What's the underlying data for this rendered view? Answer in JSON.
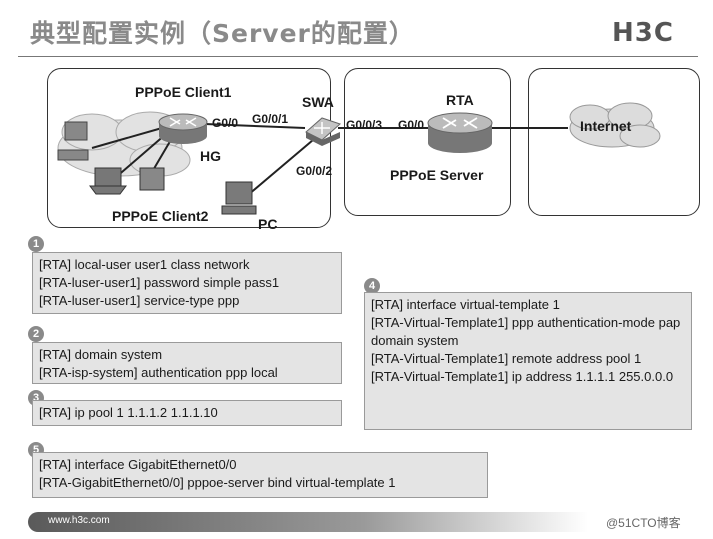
{
  "header": {
    "title": "典型配置实例（Server的配置）",
    "logo": "H3C"
  },
  "topology": {
    "client1_label": "PPPoE Client1",
    "hg_label": "HG",
    "client2_label": "PPPoE Client2",
    "pc_label": "PC",
    "swa_label": "SWA",
    "rta_label": "RTA",
    "server_label": "PPPoE Server",
    "internet_label": "Internet",
    "ports": {
      "hg_g00": "G0/0",
      "swa_g001": "G0/0/1",
      "swa_g003": "G0/0/3",
      "rta_g00": "G0/0",
      "swa_g002": "G0/0/2"
    }
  },
  "steps": [
    {
      "number": "1",
      "lines": [
        "[RTA] local-user user1 class network",
        "[RTA-luser-user1] password simple pass1",
        "[RTA-luser-user1] service-type ppp"
      ]
    },
    {
      "number": "2",
      "lines": [
        "[RTA] domain system",
        "[RTA-isp-system] authentication ppp local"
      ]
    },
    {
      "number": "3",
      "lines": [
        "[RTA] ip pool 1 1.1.1.2 1.1.1.10"
      ]
    },
    {
      "number": "4",
      "lines": [
        "[RTA] interface virtual-template 1",
        "[RTA-Virtual-Template1] ppp authentication-mode pap domain system",
        "[RTA-Virtual-Template1] remote address pool 1",
        "[RTA-Virtual-Template1] ip address 1.1.1.1 255.0.0.0"
      ]
    },
    {
      "number": "5",
      "lines": [
        "[RTA] interface GigabitEthernet0/0",
        "[RTA-GigabitEthernet0/0] pppoe-server bind virtual-template 1"
      ]
    }
  ],
  "footer": {
    "url": "www.h3c.com",
    "watermark": "@51CTO博客"
  }
}
